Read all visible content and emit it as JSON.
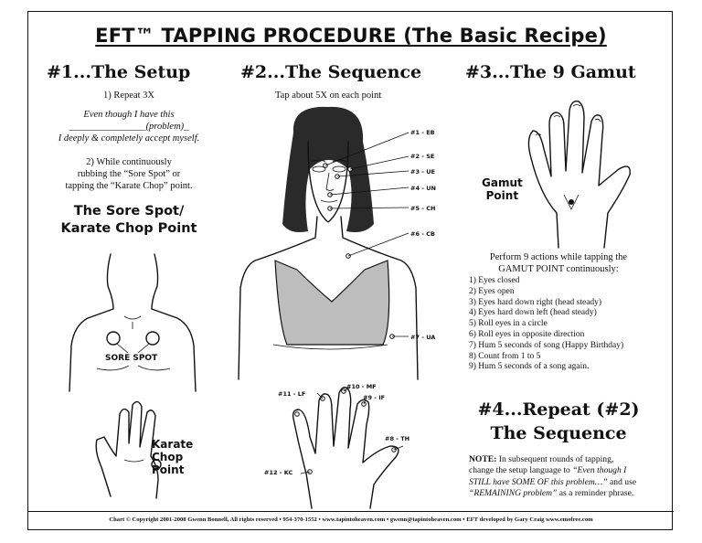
{
  "title": "EFT™ TAPPING PROCEDURE (The Basic Recipe)",
  "setup": {
    "heading": "#1...The Setup",
    "step1": "1) Repeat 3X",
    "phrase_line1": "Even though I have this",
    "phrase_line2": "________________(problem)_",
    "phrase_line3": "I deeply & completely accept myself.",
    "step2_line1": "2) While continuously",
    "step2_line2": "rubbing the “Sore Spot” or",
    "step2_line3": "tapping the “Karate Chop” point.",
    "subheading_line1": "The Sore Spot/",
    "subheading_line2": "Karate Chop Point",
    "sore_spot_label": "SORE SPOT",
    "karate_line1": "Karate",
    "karate_line2": "Chop",
    "karate_line3": "Point"
  },
  "sequence": {
    "heading": "#2...The Sequence",
    "instruction": "Tap about 5X on each point",
    "points": {
      "eb": "#1 - EB",
      "se": "#2 - SE",
      "ue": "#3 - UE",
      "un": "#4 - UN",
      "ch": "#5 - CH",
      "cb": "#6 - CB",
      "ua": "#7 - UA",
      "th": "#8 - TH",
      "if": "#9 - IF",
      "mf": "#10 - MF",
      "lf": "#11 - LF",
      "kc": "#12 - KC"
    }
  },
  "gamut": {
    "heading": "#3...The 9 Gamut",
    "point_line1": "Gamut",
    "point_line2": "Point",
    "intro_line1": "Perform 9 actions while tapping the",
    "intro_line2": "GAMUT POINT continuously:",
    "actions": [
      "1) Eyes closed",
      "2) Eyes open",
      "3) Eyes hard down right (head steady)",
      "4) Eyes hard down left (head steady)",
      "5) Roll eyes in a circle",
      "6) Roll eyes in opposite direction",
      "7) Hum 5 seconds of song (Happy Birthday)",
      "8) Count from 1 to 5",
      "9) Hum 5 seconds of a song again."
    ]
  },
  "repeat": {
    "heading_line1": "#4...Repeat (#2)",
    "heading_line2": "The Sequence",
    "note_label": "NOTE:",
    "note_line1": " In subsequent rounds of tapping,",
    "note_line2": "change the setup language to ",
    "note_quote1": "“Even though I",
    "note_line3": "STILL have SOME OF this problem…”",
    "note_line3b": " and use",
    "note_quote2": "“REMAINING problem”",
    "note_line4": " as a reminder phrase."
  },
  "footer": "Chart © Copyright 2001-2008 Gwenn Bonnell, All rights reserved • 954-370-1552 • www.tapintoheaven.com • gwenn@tapintoheaven.com • EFT developed by Gary Craig www.emofree.com"
}
